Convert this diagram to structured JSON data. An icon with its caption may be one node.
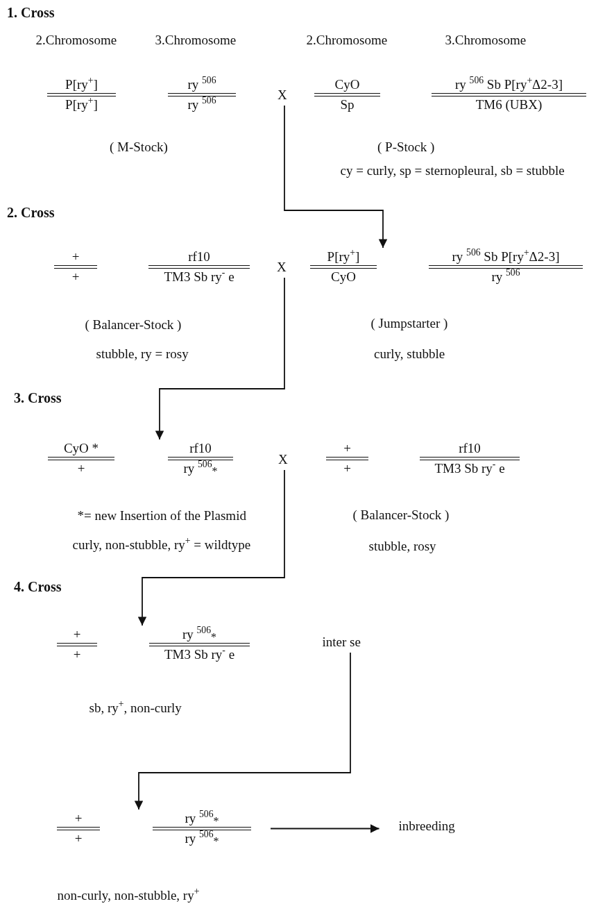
{
  "diagram": {
    "nodes": [
      {
        "text": [
          "P[ry$^{+}$]",
          "P[ry$^{+}$]"
        ]
      },
      {
        "text": [
          "ry $^{506}$",
          "ry $^{506}$"
        ]
      },
      {
        "text": [
          "X"
        ]
      },
      {
        "text": [
          "CyO",
          "Sp"
        ]
      },
      {
        "text": [
          "ry $^{506}$ Sb P[ry$^{+}$Δ2-3]",
          "TM6 (UBX)"
        ]
      },
      {
        "text": [
          "+",
          "+"
        ]
      },
      {
        "text": [
          "rf10",
          "TM3 Sb ry$^{-}$ e"
        ]
      },
      {
        "text": [
          "X"
        ]
      },
      {
        "text": [
          "P[ry$^{+}$]",
          "CyO"
        ]
      },
      {
        "text": [
          "ry $^{506}$ Sb P[ry$^{+}$Δ2-3]",
          "ry $^{506}$"
        ]
      },
      {
        "text": [
          "CyO *",
          "+"
        ]
      },
      {
        "text": [
          "rf10",
          "ry $^{506}$$_{*}$"
        ]
      },
      {
        "text": [
          "X"
        ]
      },
      {
        "text": [
          "+",
          "+"
        ]
      },
      {
        "text": [
          "rf10",
          "TM3 Sb ry$^{-}$ e"
        ]
      },
      {
        "text": [
          "+",
          "+"
        ]
      },
      {
        "text": [
          "ry $^{506}$$_{*}$",
          "TM3 Sb ry$^{-}$ e"
        ]
      },
      {
        "text": [
          "inter se"
        ]
      },
      {
        "text": [
          "+",
          "+"
        ]
      },
      {
        "text": [
          "ry $^{506}$$_{*}$",
          "ry $^{506}$$_{*}$"
        ]
      },
      {
        "text": [
          "inbreeding"
        ]
      }
    ],
    "edges": [
      {
        "from": 2,
        "to": 8,
        "arrow": "to"
      },
      {
        "from": 7,
        "to": 11,
        "arrow": "to"
      },
      {
        "from": 12,
        "to": 16,
        "arrow": "to"
      },
      {
        "from": 17,
        "to": 19,
        "arrow": "to"
      },
      {
        "from": 19,
        "to": 20,
        "arrow": "to"
      }
    ],
    "labels": [
      "1. Cross",
      "2.Chromosome",
      "3.Chromosome",
      "2.Chromosome",
      "3.Chromosome",
      "( M-Stock)",
      "( P-Stock )",
      "cy = curly, sp = sternopleural, sb = stubble",
      "2. Cross",
      "( Balancer-Stock )",
      "stubble, ry = rosy",
      "( Jumpstarter )",
      "curly, stubble",
      "3. Cross",
      "*= new Insertion of the Plasmid",
      "curly, non-stubble, ry$^{+}$ = wildtype",
      "( Balancer-Stock )",
      "stubble, rosy",
      "4. Cross",
      "sb, ry$^{+}$, non-curly",
      "non-curly, non-stubble, ry$^{+}$"
    ]
  }
}
